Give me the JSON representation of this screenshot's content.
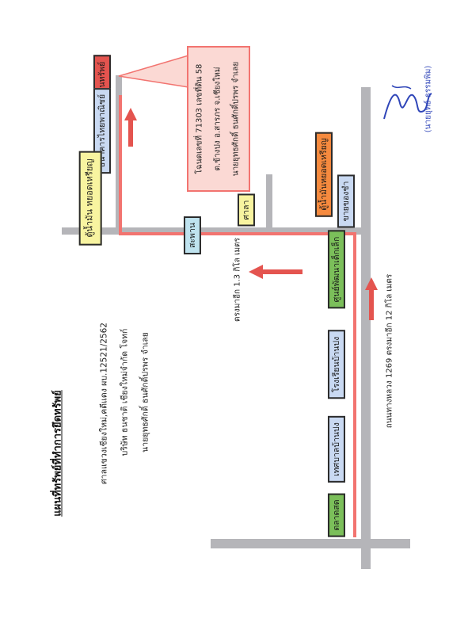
{
  "title": "แผนที่ทรัพย์ที่ทำการยึดทรัพย์",
  "court": "ศาลแขวงเชียงใหม่,คดีแดง ผบ.12521/2562",
  "parties": {
    "plaintiff_line": "บริษัท ธนชาติ เชียงใหม่จำกัด        โจทก์",
    "defendant_line": "นายยุทธศักดิ์ ธนศักดิ์ปรพร    จำเลย"
  },
  "deed": {
    "line1": "โฉนดเลขที่ 71303 เลขที่ดิน 58",
    "line2": "ต.ข้างปง อ.สารภร จ.เชียงใหม่",
    "line3": "นายยุทธศักดิ์ ธนศักดิ์ปรพร จำเลย"
  },
  "landmarks": {
    "property": "ที่ดินทรัพย์",
    "bank": "ธนาคารไทยพาณิชย์",
    "water_dispenser": "ตู้น้ำมัน หยอดเหรียญ",
    "bridge": "สะพาน",
    "pavilion": "ศาลา",
    "vending": "ตู้น้ำมันหยอดเหรียญ",
    "rice_shop": "ขายของชำ",
    "school": "โรงเรียนบ้านปง",
    "health_center": "ศูนย์พัฒนาเด็กเล็ก",
    "municipality": "เทศบาลบ้านปง",
    "police_box": "ตลาดสด"
  },
  "notes": {
    "distance_small_road": "ตรงมาอีก 1.3 กิโล เมตร",
    "highway": "ถนนทางหลวง 1269 ตรงมาอีก 12 กิโล เมตร"
  },
  "signature": {
    "name": "(นายยุทธ์ ธรรมพิม)"
  },
  "colors": {
    "route": "#f27470",
    "road": "#b5b5b9",
    "green_box": "#7bbf5a",
    "blue_box": "#c9d9f2",
    "yellow_box": "#f8f4a0",
    "orange_box": "#f68a3e",
    "property_box": "#e4544f"
  }
}
